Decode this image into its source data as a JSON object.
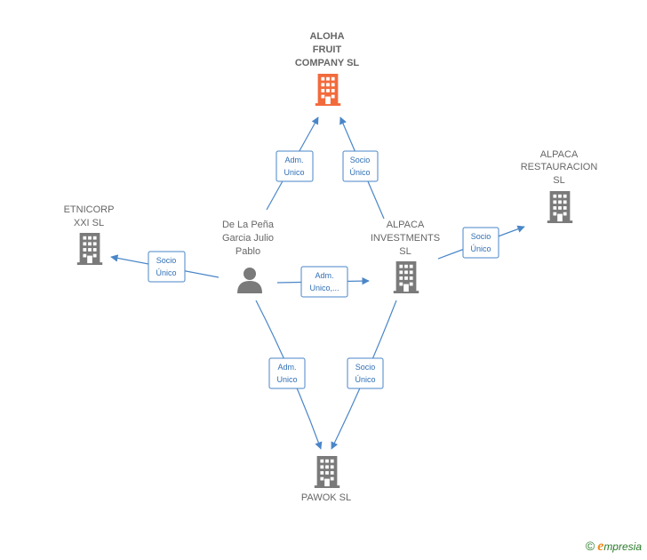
{
  "nodes": {
    "aloha": {
      "label": [
        "ALOHA",
        "FRUIT",
        "COMPANY  SL"
      ],
      "kind": "company-main",
      "color": "#f26a3c"
    },
    "alpaca_restauracion": {
      "label": [
        "ALPACA",
        "RESTAURACION",
        "SL"
      ],
      "kind": "company",
      "color": "#7a7a7a"
    },
    "etnicorp": {
      "label": [
        "ETNICORP",
        "XXI  SL"
      ],
      "kind": "company",
      "color": "#7a7a7a"
    },
    "person": {
      "label": [
        "De La Peña",
        "Garcia Julio",
        "Pablo"
      ],
      "kind": "person",
      "color": "#7a7a7a"
    },
    "alpaca_investments": {
      "label": [
        "ALPACA",
        "INVESTMENTS",
        "SL"
      ],
      "kind": "company",
      "color": "#7a7a7a"
    },
    "pawok": {
      "label": [
        "PAWOK SL"
      ],
      "kind": "company",
      "color": "#7a7a7a"
    }
  },
  "edges": {
    "person_to_aloha": {
      "label": [
        "Adm.",
        "Unico"
      ]
    },
    "investments_to_aloha": {
      "label": [
        "Socio",
        "Único"
      ]
    },
    "investments_to_restauracion": {
      "label": [
        "Socio",
        "Único"
      ]
    },
    "person_to_etnicorp": {
      "label": [
        "Socio",
        "Único"
      ]
    },
    "person_to_investments": {
      "label": [
        "Adm.",
        "Unico,..."
      ]
    },
    "person_to_pawok": {
      "label": [
        "Adm.",
        "Unico"
      ]
    },
    "investments_to_pawok": {
      "label": [
        "Socio",
        "Único"
      ]
    }
  },
  "colors": {
    "edge": "#4a86c8",
    "company": "#7a7a7a",
    "main_company": "#f26a3c"
  },
  "brand": {
    "copyright": "©",
    "initial": "e",
    "rest": "mpresia"
  }
}
